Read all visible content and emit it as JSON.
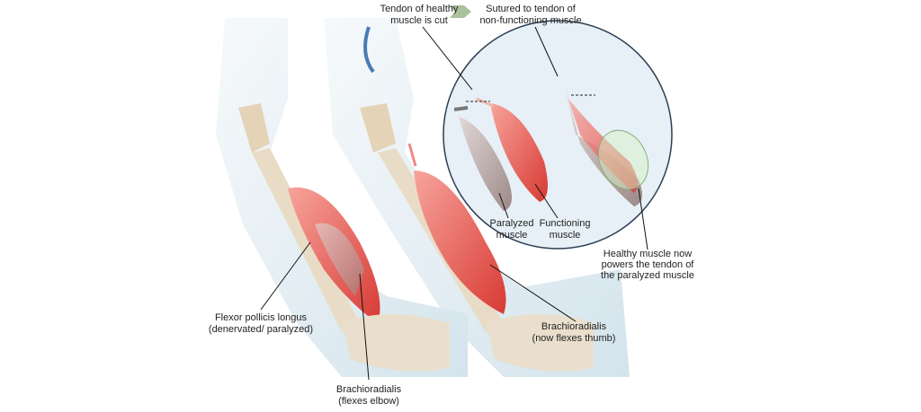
{
  "labels": {
    "tendon_cut": [
      "Tendon of healthy",
      "muscle is cut"
    ],
    "sutured": [
      "Sutured to tendon of",
      "non-functioning muscle"
    ],
    "paralyzed_muscle": [
      "Paralyzed",
      "muscle"
    ],
    "functioning_muscle": [
      "Functioning",
      "muscle"
    ],
    "healthy_powers": [
      "Healthy muscle now",
      "powers the tendon of",
      "the paralyzed muscle"
    ],
    "flexor_pollicis": [
      "Flexor pollicis longus",
      "(denervated/ paralyzed)"
    ],
    "brachio_thumb": [
      "Brachioradialis",
      "(now flexes thumb)"
    ],
    "brachio_elbow": [
      "Brachioradialis",
      "(flexes elbow)"
    ]
  },
  "colors": {
    "muscle": "#e8504a",
    "paralyzed": "#b8a8a8",
    "skin": "#dbe9f0",
    "arrow": "#a9c29a"
  }
}
